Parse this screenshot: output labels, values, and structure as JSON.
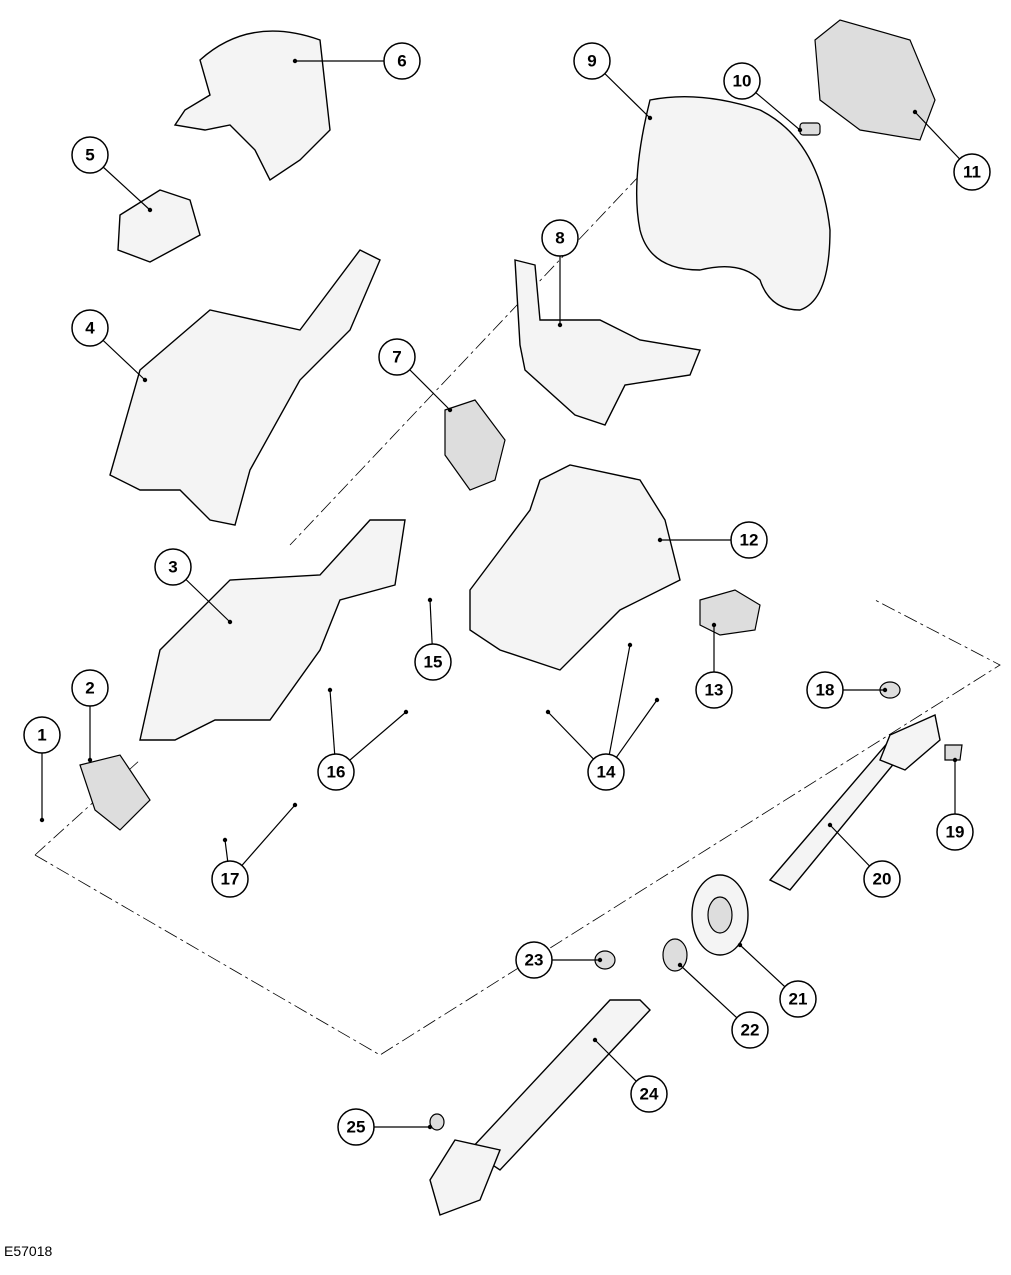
{
  "diagram": {
    "reference_code": "E57018",
    "callouts": [
      "1",
      "2",
      "3",
      "4",
      "5",
      "6",
      "7",
      "8",
      "9",
      "10",
      "11",
      "12",
      "13",
      "14",
      "15",
      "16",
      "17",
      "18",
      "19",
      "20",
      "21",
      "22",
      "23",
      "24",
      "25"
    ]
  }
}
